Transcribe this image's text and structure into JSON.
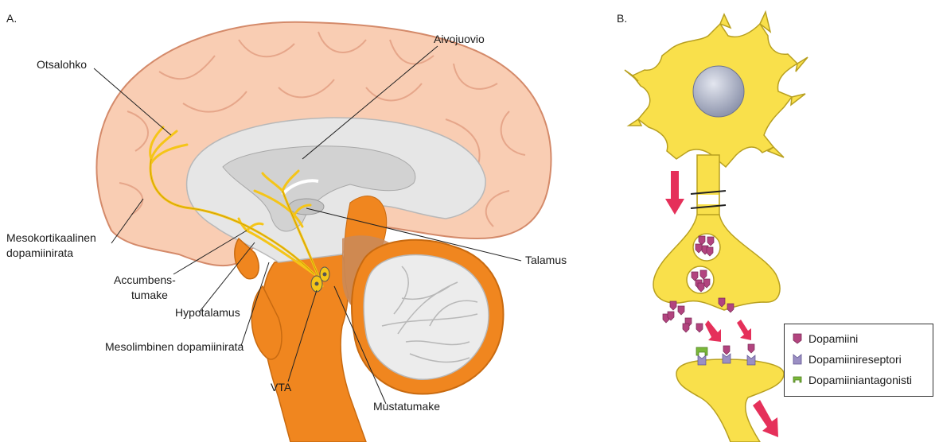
{
  "panels": {
    "a": "A.",
    "b": "B."
  },
  "labels": {
    "otsalohko": "Otsalohko",
    "aivojuovio": "Aivojuovio",
    "mesokortikaalinen_1": "Mesokortikaalinen",
    "mesokortikaalinen_2": "dopamiinirata",
    "accumbens_1": "Accumbens-",
    "accumbens_2": "tumake",
    "hypotalamus": "Hypotalamus",
    "mesolimbinen": "Mesolimbinen dopamiinirata",
    "vta": "VTA",
    "talamus": "Talamus",
    "mustatumake": "Mustatumake"
  },
  "legend": {
    "items": [
      {
        "label": "Dopamiini",
        "icon": "dopamine-icon",
        "color": "#b2447f"
      },
      {
        "label": "Dopamiinireseptori",
        "icon": "receptor-icon",
        "color": "#9b8fc4"
      },
      {
        "label": "Dopamiiniantagonisti",
        "icon": "antagonist-icon",
        "color": "#7ab83a"
      }
    ]
  },
  "colors": {
    "cortex": "#f9cdb3",
    "inner": "#d8d8d8",
    "brainstem": "#f0861f",
    "pathway": "#f5c518",
    "neuron": "#f9e04b",
    "nucleus": "#9aa1b8",
    "arrow": "#e5305a"
  }
}
